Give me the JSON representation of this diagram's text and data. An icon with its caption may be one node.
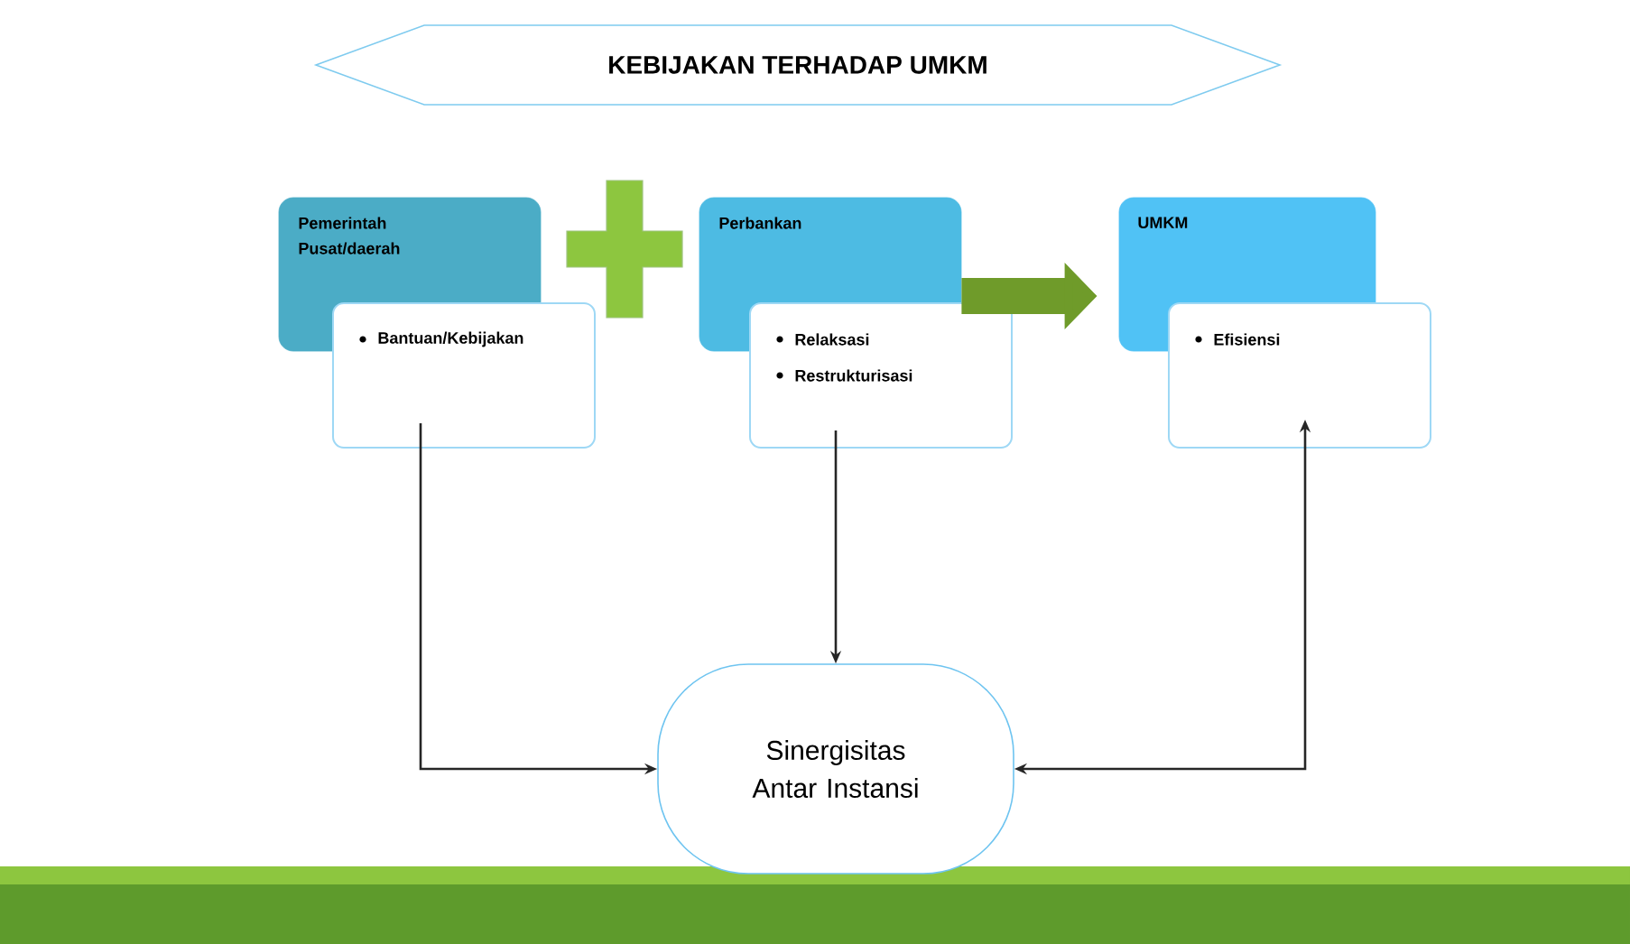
{
  "diagram": {
    "nodes": [
      {
        "text": [
          "KEBIJAKAN TERHADAP UMKM"
        ]
      },
      {
        "text": [
          "Pemerintah Pusat/daerah"
        ]
      },
      {
        "text": [
          "Bantuan/Kebijakan"
        ]
      },
      {
        "text": [],
        "shape": "plus"
      },
      {
        "text": [
          "Perbankan"
        ]
      },
      {
        "text": [
          "Relaksasi",
          "Restrukturisasi"
        ]
      },
      {
        "text": [
          "UMKM"
        ]
      },
      {
        "text": [
          "Efisiensi"
        ]
      },
      {
        "text": [
          "Sinergisitas Antar Instansi"
        ]
      }
    ],
    "edges": [
      {
        "from": 4,
        "to": 6,
        "arrow": "to",
        "style": "thick",
        "color": "#6f9b2a"
      },
      {
        "from": 2,
        "to": 8,
        "arrow": "to"
      },
      {
        "from": 5,
        "to": 8,
        "arrow": "to"
      },
      {
        "from": 8,
        "to": 7,
        "arrow": "both"
      }
    ]
  }
}
